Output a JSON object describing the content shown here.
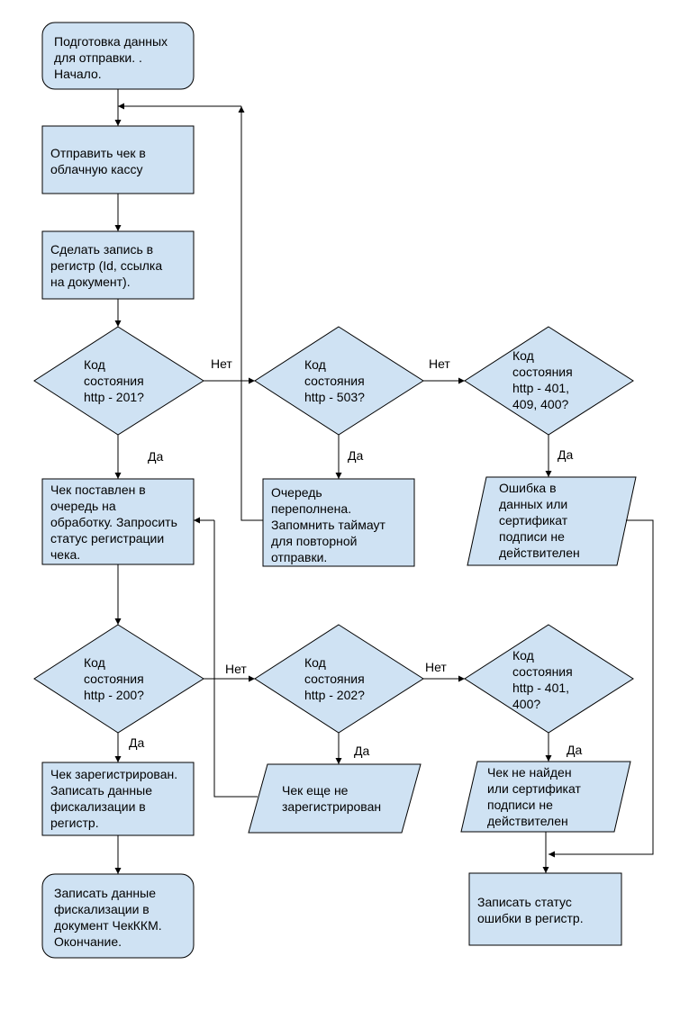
{
  "colors": {
    "fill": "#cfe2f3",
    "stroke": "#000000",
    "line": "#000000"
  },
  "nodes": {
    "start": "Подготовка данных\nдля отправки. .\nНачало.",
    "send": "Отправить чек в\nоблачную кассу",
    "record": "Сделать запись в\nрегистр (Id, ссылка\nна документ).",
    "d201": "Код\nсостояния\nhttp - 201?",
    "d503": "Код\nсостояния\nhttp - 503?",
    "d401a": "Код\nсостояния\nhttp - 401,\n409, 400?",
    "queued": "Чек поставлен в\nочередь на\nобработку. Запросить\nстатус регистрации\nчека.",
    "overflow": "Очередь\nпереполнена.\nЗапомнить таймаут\nдля повторной\nотправки.",
    "error1": "Ошибка в\nданных или\nсертификат\nподписи не\nдействителен",
    "d200": "Код\nсостояния\nhttp - 200?",
    "d202": "Код\nсостояния\nhttp - 202?",
    "d401b": "Код\nсостояния\nhttp - 401,\n400?",
    "registered": "Чек зарегистрирован.\nЗаписать данные\nфискализации в\nрегистр.",
    "notyet": "Чек еще не\nзарегистрирован",
    "notfound": "Чек не найден\nили  сертификат\nподписи не\nдействителен",
    "end": "Записать данные\nфискализации в\nдокумент ЧекККМ.\nОкончание.",
    "errstatus": "Записать статус\nошибки в регистр."
  },
  "labels": {
    "no1": "Нет",
    "no2": "Нет",
    "no3": "Нет",
    "no4": "Нет",
    "yes1": "Да",
    "yes2": "Да",
    "yes3": "Да",
    "yes4": "Да",
    "yes5": "Да",
    "yes6": "Да"
  }
}
